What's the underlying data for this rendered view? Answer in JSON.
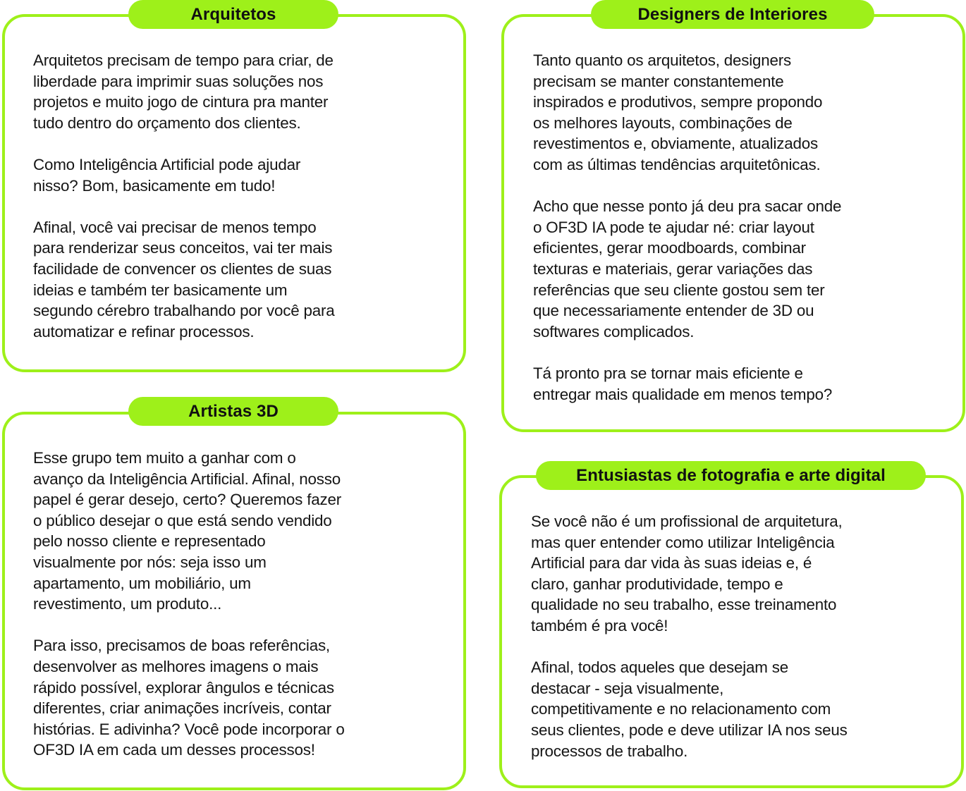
{
  "accent_color": "#9ef01a",
  "cards": [
    {
      "id": "arquitetos",
      "title": "Arquitetos",
      "paragraphs": [
        "Arquitetos precisam de tempo para criar, de\nliberdade para imprimir suas soluções nos\nprojetos e muito jogo de cintura pra manter\ntudo dentro do orçamento dos clientes.",
        "Como Inteligência Artificial pode ajudar\nnisso? Bom, basicamente em tudo!",
        "Afinal, você vai precisar de menos tempo\npara renderizar seus conceitos, vai ter mais\nfacilidade de convencer os clientes de suas\nideias e também ter basicamente um\nsegundo cérebro trabalhando por você para\nautomatizar e refinar processos."
      ]
    },
    {
      "id": "designers",
      "title": "Designers de Interiores",
      "paragraphs": [
        "Tanto quanto os arquitetos, designers\nprecisam se manter constantemente\ninspirados e produtivos, sempre propondo\nos melhores layouts, combinações de\nrevestimentos e, obviamente, atualizados\ncom as últimas tendências arquitetônicas.",
        "Acho que nesse ponto já deu pra sacar onde\no OF3D IA pode te ajudar né: criar layout\neficientes, gerar moodboards, combinar\ntexturas e materiais, gerar variações das\nreferências que seu cliente gostou sem ter\nque necessariamente entender de 3D ou\nsoftwares complicados.",
        "Tá pronto pra se tornar mais eficiente e\nentregar mais qualidade em menos tempo?"
      ]
    },
    {
      "id": "artistas",
      "title": "Artistas 3D",
      "paragraphs": [
        "Esse grupo tem muito a ganhar com o\navanço da Inteligência Artificial. Afinal, nosso\npapel é gerar desejo, certo? Queremos fazer\no público desejar o que está sendo vendido\npelo nosso cliente e representado\nvisualmente por nós: seja isso um\napartamento, um mobiliário, um\nrevestimento, um produto...",
        "Para isso, precisamos de boas referências,\ndesenvolver as melhores imagens o mais\nrápido possível, explorar ângulos e técnicas\ndiferentes, criar animações incríveis, contar\nhistórias. E adivinha? Você pode incorporar o\nOF3D IA em cada um desses processos!"
      ]
    },
    {
      "id": "entusiastas",
      "title": "Entusiastas de fotografia e arte digital",
      "paragraphs": [
        "Se você não é um profissional de arquitetura,\nmas quer entender como utilizar Inteligência\nArtificial para dar vida às suas ideias e, é\nclaro, ganhar produtividade, tempo e\nqualidade no seu trabalho, esse treinamento\ntambém é pra você!",
        "Afinal, todos aqueles que desejam se\ndestacar - seja visualmente,\ncompetitivamente e no relacionamento com\nseus clientes, pode e deve utilizar IA nos seus\nprocessos de trabalho."
      ]
    }
  ]
}
